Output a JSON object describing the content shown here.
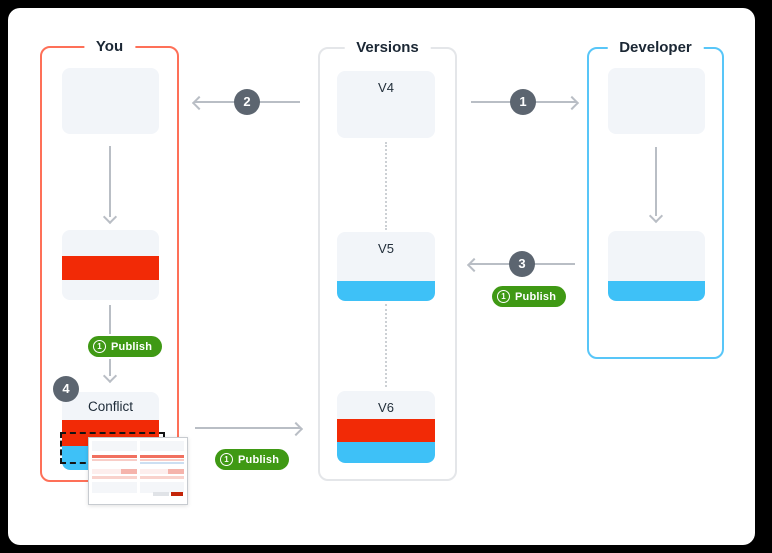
{
  "you": {
    "title": "You",
    "conflict_label": "Conflict",
    "conflict_step_badge": "4",
    "publish": {
      "step": "1",
      "label": "Publish"
    },
    "publish_bottom": {
      "step": "1",
      "label": "Publish"
    }
  },
  "versions": {
    "title": "Versions",
    "items": [
      {
        "label": "V4"
      },
      {
        "label": "V5"
      },
      {
        "label": "V6"
      }
    ]
  },
  "developer": {
    "title": "Developer",
    "publish": {
      "step": "1",
      "label": "Publish"
    }
  },
  "flows": {
    "version_to_developer_step": "1",
    "version_to_you_step": "2",
    "developer_to_version_step": "3"
  },
  "colors": {
    "you_border": "#fe7058",
    "developer_border": "#58c6f8",
    "versions_border": "#e4e6e9",
    "change_red": "#f22a06",
    "change_blue": "#3ec1f7",
    "publish_green": "#3f9914",
    "step_badge_gray": "#5c6570",
    "arrow_gray": "#b9bec5",
    "card_bg": "#f2f5f9"
  }
}
